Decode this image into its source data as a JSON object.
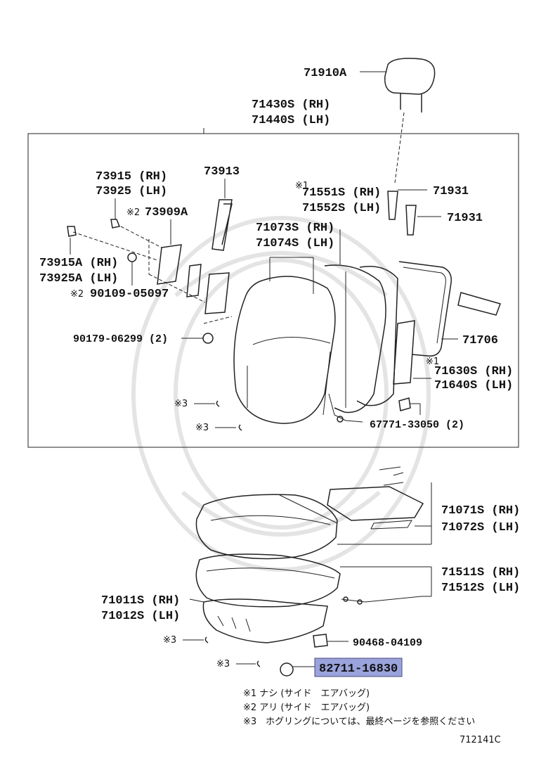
{
  "labels": {
    "headrest": "71910A",
    "back_assy_rh": "71430S (RH)",
    "back_assy_lh": "71440S (LH)",
    "cover_rh": "73915 (RH)",
    "cover_lh": "73925 (LH)",
    "part_73913": "73913",
    "part_73909a": "73909A",
    "mark_2": "※2",
    "mark_1": "※1",
    "part_73915a": "73915A (RH)",
    "part_73925a": "73925A (LH)",
    "bolt_90109": "90109-05097",
    "nut_90179": "90179-06299 (2)",
    "support_71551": "71551S (RH)",
    "support_71552": "71552S (LH)",
    "guide_71931_a": "71931",
    "guide_71931_b": "71931",
    "back_cover_rh": "71073S (RH)",
    "back_cover_lh": "71074S (LH)",
    "frame_71706": "71706",
    "pad_71630": "71630S (RH)",
    "pad_71640": "71640S (LH)",
    "ring_3a": "※3",
    "ring_3b": "※3",
    "clip_67771": "67771-33050 (2)",
    "cush_cover_rh": "71071S (RH)",
    "cush_cover_lh": "71072S (LH)",
    "cush_pad_rh": "71511S (RH)",
    "cush_pad_lh": "71512S (LH)",
    "cush_assy_rh": "71011S (RH)",
    "cush_assy_lh": "71012S (LH)",
    "ring_3c": "※3",
    "ring_3d": "※3",
    "part_90468": "90468-04109",
    "part_82711": "82711-16830",
    "note_1": "※1 ナシ (サイド　エアバッグ)",
    "note_2": "※2 アリ (サイド　エアバッグ)",
    "note_3": "※3　ホグリングについては、最終ページを参照ください",
    "figure_code": "712141C"
  },
  "colors": {
    "highlight_fill": "#9aa3dc",
    "highlight_stroke": "#4a4a7a",
    "line": "#222222",
    "watermark": "#e4e4e4"
  }
}
